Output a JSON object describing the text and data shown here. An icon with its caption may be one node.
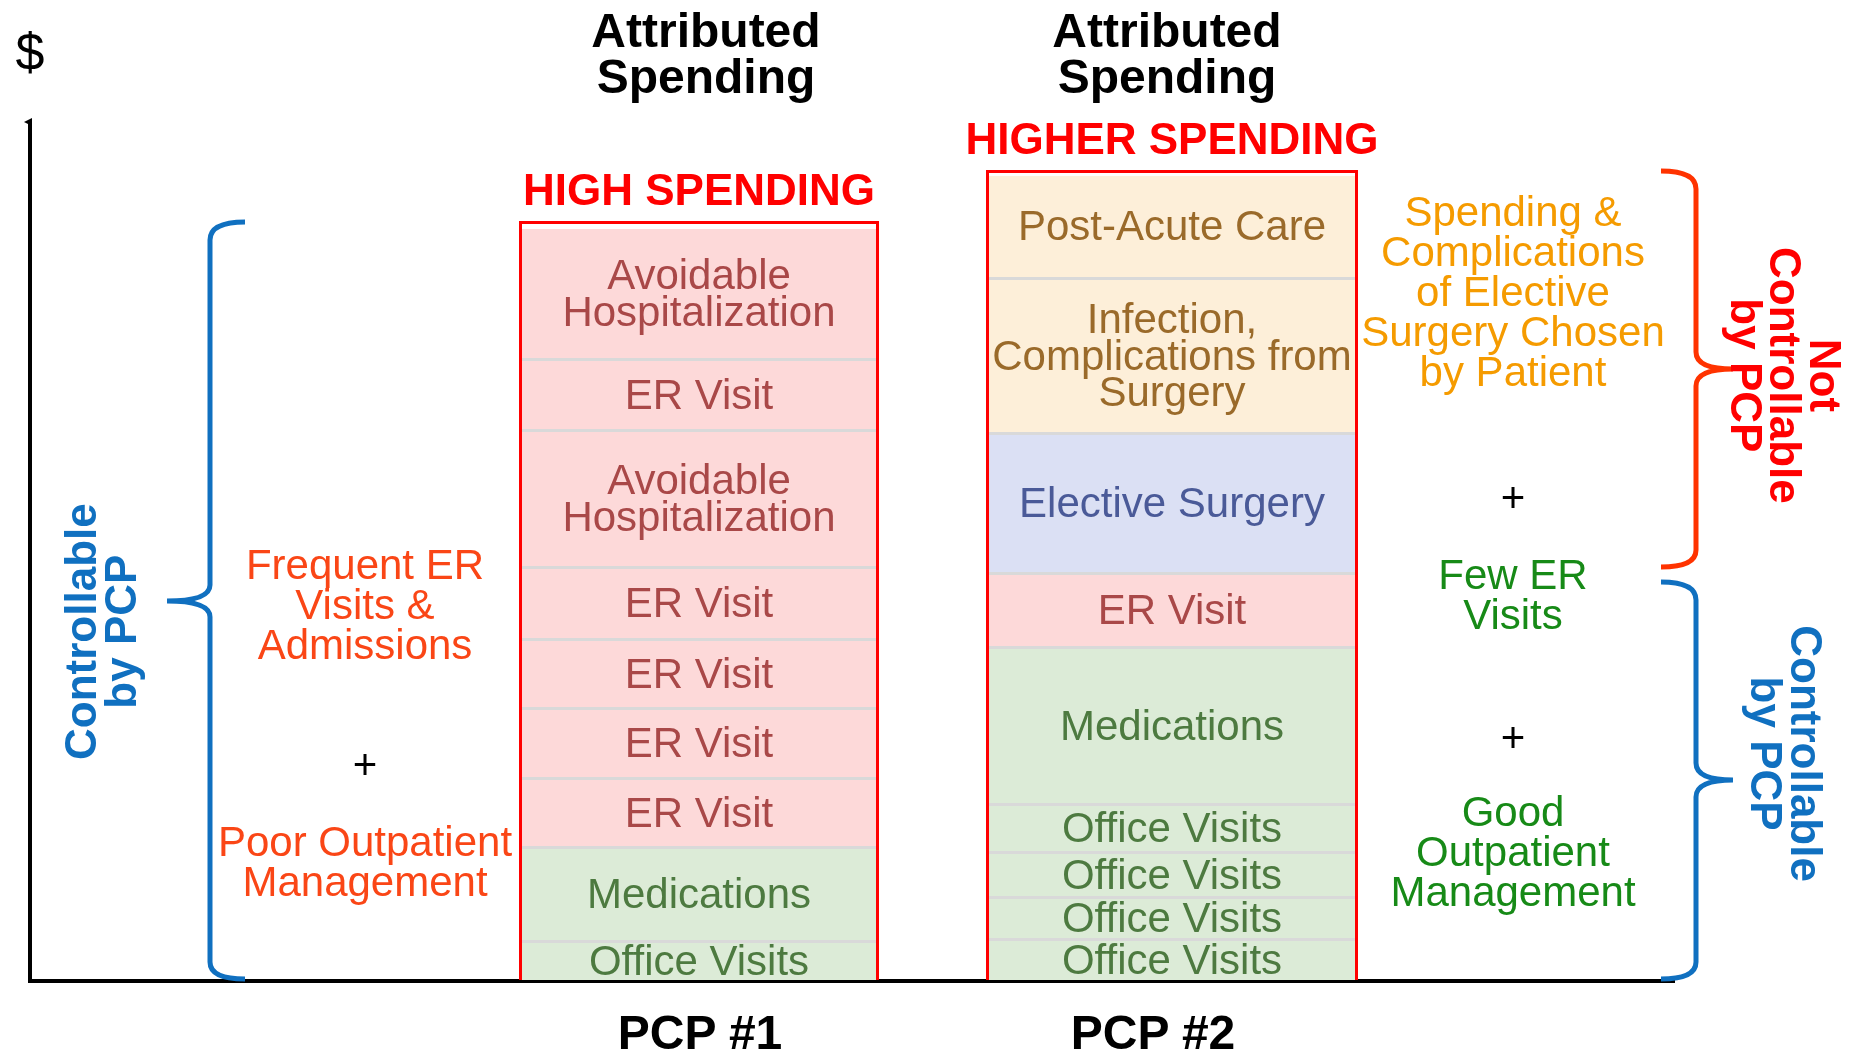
{
  "diagram": {
    "nodes": [
      {
        "text": [
          "HIGH SPENDING"
        ],
        "beside": [
          "Attributed Spending",
          "PCP #1"
        ]
      },
      {
        "text": [
          "Avoidable Hospitalization"
        ],
        "in": 0
      },
      {
        "text": [
          "ER Visit"
        ],
        "in": 0
      },
      {
        "text": [
          "Avoidable Hospitalization"
        ],
        "in": 0
      },
      {
        "text": [
          "ER Visit"
        ],
        "in": 0
      },
      {
        "text": [
          "ER Visit"
        ],
        "in": 0
      },
      {
        "text": [
          "ER Visit"
        ],
        "in": 0
      },
      {
        "text": [
          "ER Visit"
        ],
        "in": 0
      },
      {
        "text": [
          "Medications"
        ],
        "in": 0
      },
      {
        "text": [
          "Office Visits"
        ],
        "in": 0
      },
      {
        "text": [
          "HIGHER SPENDING"
        ],
        "beside": [
          "Attributed Spending",
          "PCP #2"
        ]
      },
      {
        "text": [
          "Post-Acute Care"
        ],
        "in": 10
      },
      {
        "text": [
          "Infection, Complications from Surgery"
        ],
        "in": 10
      },
      {
        "text": [
          "Elective Surgery"
        ],
        "in": 10
      },
      {
        "text": [
          "ER Visit"
        ],
        "in": 10
      },
      {
        "text": [
          "Medications"
        ],
        "in": 10
      },
      {
        "text": [
          "Office Visits"
        ],
        "in": 10
      },
      {
        "text": [
          "Office Visits"
        ],
        "in": 10
      },
      {
        "text": [
          "Office Visits"
        ],
        "in": 10
      },
      {
        "text": [
          "Office Visits"
        ],
        "in": 10
      }
    ],
    "labels": [
      "$",
      "Controllable by PCP",
      "Frequent ER Visits & Admissions",
      "+",
      "Poor Outpatient Management",
      "Spending & Complications of Elective Surgery Chosen by Patient",
      "+",
      "Few ER Visits",
      "+",
      "Good Outpatient Management",
      "Not Controllable by PCP",
      "Controllable by PCP"
    ]
  }
}
